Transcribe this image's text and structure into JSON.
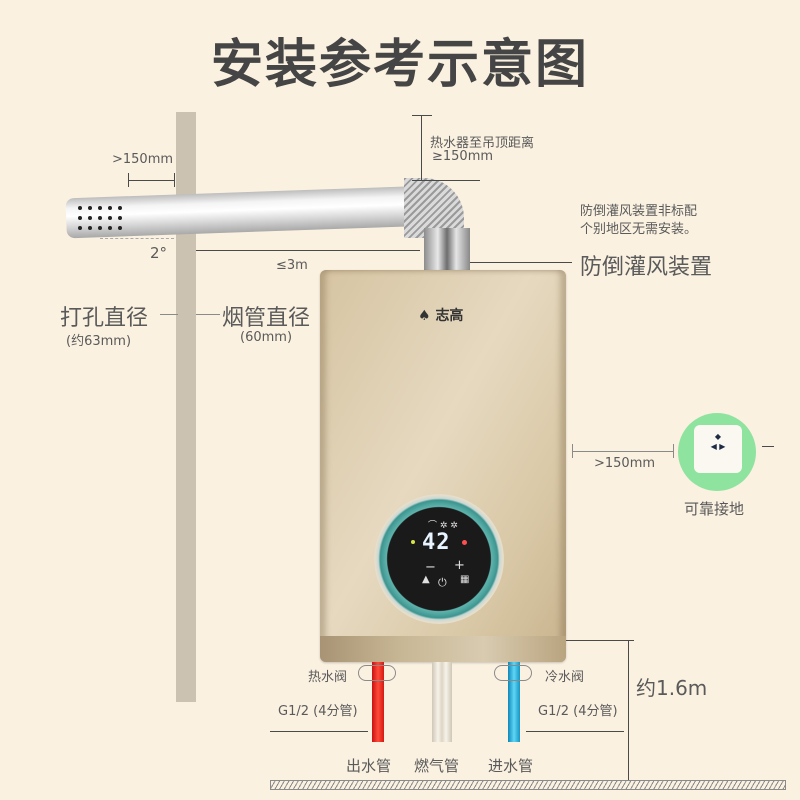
{
  "title": "安装参考示意图",
  "annotations": {
    "ceiling_clearance_label": "热水器至吊顶距离",
    "ceiling_clearance_value": "≥150mm",
    "anti_backdraft_note_line1": "防倒灌风装置非标配",
    "anti_backdraft_note_line2": "个别地区无需安装。",
    "anti_backdraft_device": "防倒灌风装置",
    "flue_protrusion": ">150mm",
    "slope_angle": "2°",
    "flue_length": "≤3m",
    "hole_diameter_label": "打孔直径",
    "hole_diameter_value": "(约63mm)",
    "flue_diameter_label": "烟管直径",
    "flue_diameter_value": "(60mm)",
    "side_clearance": ">150mm",
    "grounding": "可靠接地",
    "hot_valve": "热水阀",
    "cold_valve": "冷水阀",
    "hot_thread": "G1/2 (4分管)",
    "cold_thread": "G1/2 (4分管)",
    "install_height": "约1.6m",
    "outlet_pipe": "出水管",
    "gas_pipe": "燃气管",
    "inlet_pipe": "进水管"
  },
  "heater": {
    "brand": "志高",
    "display_temp": "42",
    "panel_controls": [
      "−",
      "+",
      "⏻"
    ],
    "colors": {
      "body": "#dccba9",
      "ring": "#4fa9a3",
      "display": "#1a1a1a"
    }
  },
  "colors": {
    "background": "#faf1e1",
    "hot_pipe": "#e8281c",
    "cold_pipe": "#2bb7e3",
    "socket_bg": "#8ee39f"
  }
}
